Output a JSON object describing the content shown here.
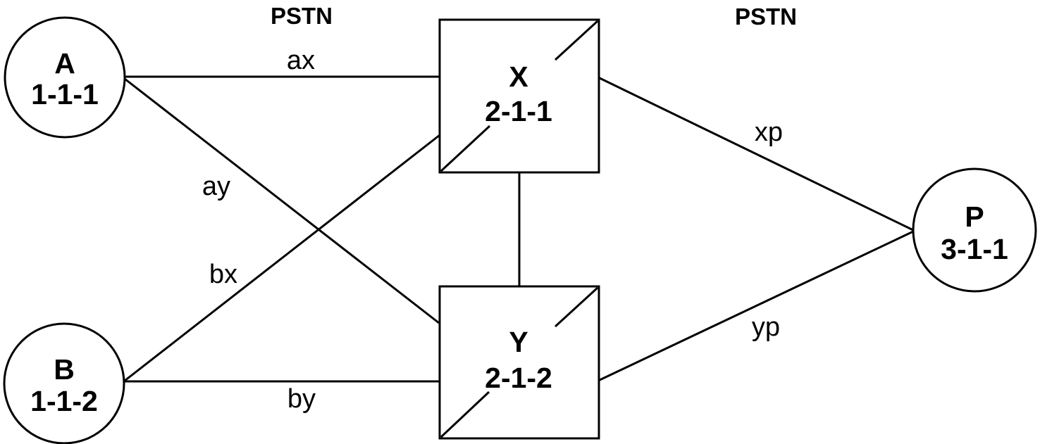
{
  "diagram": {
    "colors": {
      "background": "#ffffff",
      "stroke": "#000000",
      "text": "#000000"
    },
    "region_labels": {
      "left": "PSTN",
      "right": "PSTN"
    },
    "nodes": {
      "a": {
        "name": "A",
        "id": "1-1-1"
      },
      "b": {
        "name": "B",
        "id": "1-1-2"
      },
      "x": {
        "name": "X",
        "id": "2-1-1"
      },
      "y": {
        "name": "Y",
        "id": "2-1-2"
      },
      "p": {
        "name": "P",
        "id": "3-1-1"
      }
    },
    "links": {
      "ax": "ax",
      "ay": "ay",
      "bx": "bx",
      "by": "by",
      "xp": "xp",
      "yp": "yp"
    }
  }
}
